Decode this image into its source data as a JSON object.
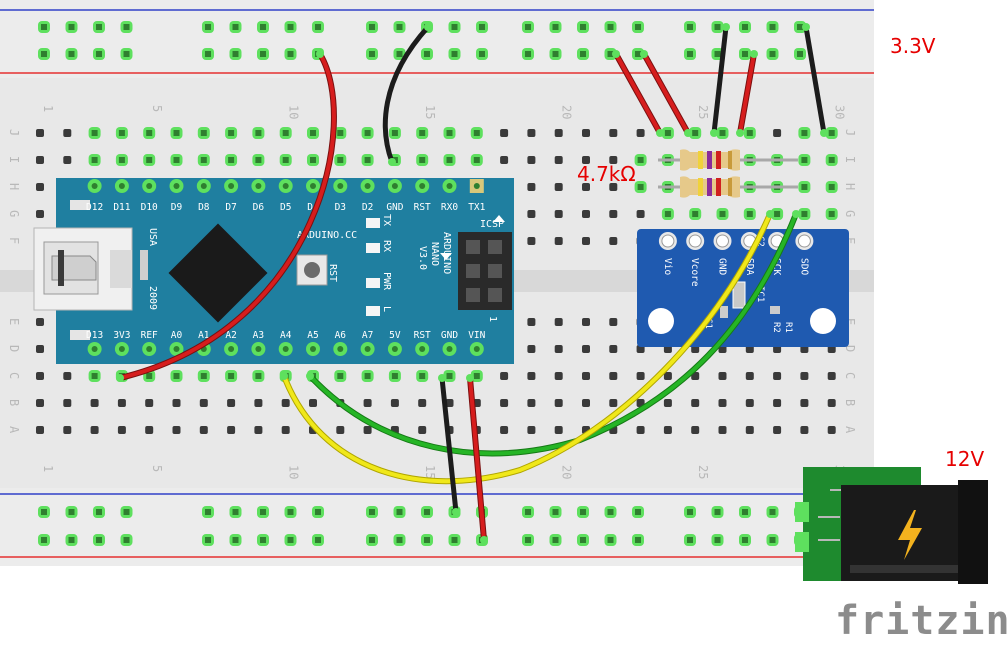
{
  "labels": {
    "supply_33": "3.3V",
    "resistor_value": "4.7kΩ",
    "supply_12": "12V",
    "logo": "fritzing"
  },
  "breadboard": {
    "col_numbers": [
      "1",
      "5",
      "10",
      "15",
      "20",
      "25",
      "30"
    ],
    "row_letters_top": [
      "J",
      "I",
      "H",
      "G",
      "F"
    ],
    "row_letters_bottom": [
      "E",
      "D",
      "C",
      "B",
      "A"
    ]
  },
  "nano": {
    "top_pins": [
      "D12",
      "D11",
      "D10",
      "D9",
      "D8",
      "D7",
      "D6",
      "D5",
      "D4",
      "D3",
      "D2",
      "GND",
      "RST",
      "RX0",
      "TX1"
    ],
    "bottom_pins": [
      "D13",
      "3V3",
      "REF",
      "A0",
      "A1",
      "A2",
      "A3",
      "A4",
      "A5",
      "A6",
      "A7",
      "5V",
      "RST",
      "GND",
      "VIN"
    ],
    "leds": [
      "TX",
      "RX",
      "PWR",
      "L"
    ],
    "brand": "ARDUINO.CC",
    "model": [
      "ARDUINO",
      "NANO",
      "V3.0"
    ],
    "left_text": [
      "USA",
      "2009"
    ],
    "icsp": "ICSP",
    "rst": "RST",
    "pin1": "1"
  },
  "sensor": {
    "pins": [
      "Vio",
      "Vcore",
      "GND",
      "SDA",
      "SCK",
      "SDO"
    ],
    "parts": [
      "IC1",
      "C1",
      "C2",
      "R1",
      "R2"
    ]
  },
  "colors": {
    "board": "#e8e8e8",
    "nano": "#1f7fa0",
    "sensor": "#1f5ab0",
    "wire_red": "#d61d1d",
    "wire_black": "#1c1c1c",
    "wire_green": "#26b526",
    "wire_yellow": "#f0e81a",
    "hole_green": "#5ee05e",
    "rail_red": "#e53030",
    "rail_blue": "#3040c8"
  },
  "icons": [
    "usb-connector-icon",
    "microcontroller-chip-icon",
    "power-bolt-icon"
  ]
}
